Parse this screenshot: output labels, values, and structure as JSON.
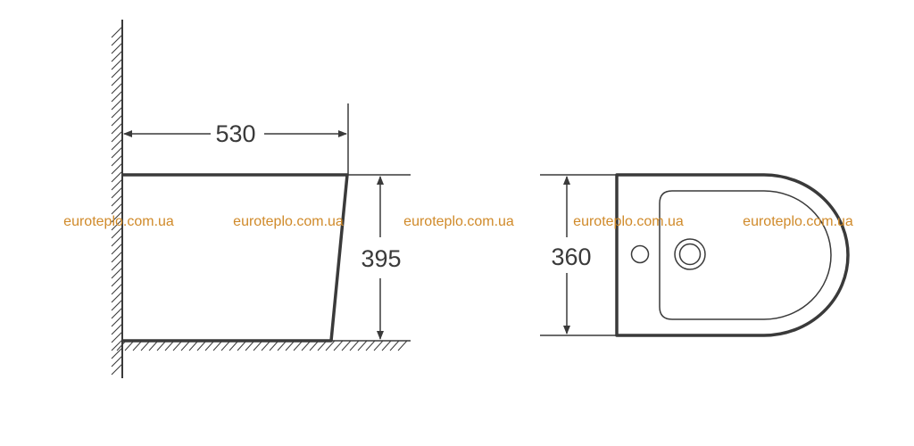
{
  "dimensions": {
    "depth": "530",
    "height": "395",
    "width": "360"
  },
  "watermarks": [
    "euroteplo.com.ua",
    "euroteplo.com.ua",
    "euroteplo.com.ua",
    "euroteplo.com.ua",
    "euroteplo.com.ua"
  ],
  "colors": {
    "outline": "#3a3a3a",
    "watermark": "#d08a2a"
  }
}
